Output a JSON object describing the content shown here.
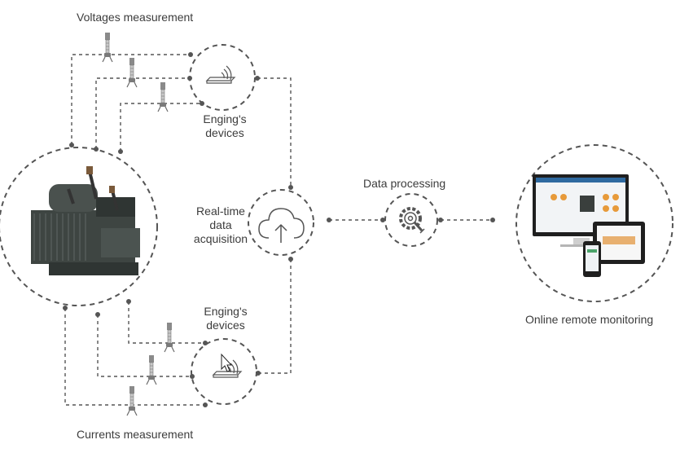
{
  "labels": {
    "voltages_measurement": "Voltages measurement",
    "currents_measurement": "Currents measurement",
    "engings_devices_top_line1": "Enging's",
    "engings_devices_top_line2": "devices",
    "engings_devices_bottom_line1": "Enging's",
    "engings_devices_bottom_line2": "devices",
    "realtime_line1": "Real-time",
    "realtime_line2": "data",
    "realtime_line3": "acquisition",
    "data_processing": "Data processing",
    "online_remote_monitoring": "Online remote monitoring"
  },
  "colors": {
    "line": "#555555",
    "text": "#3c3c3c",
    "transformer": "#3e4542",
    "screen": "#1f1f1f"
  },
  "icons": {
    "cloud": "cloud-upload-icon",
    "gear": "gear-wrench-icon",
    "device": "wireless-device-icon",
    "sensor": "sensor-probe-icon",
    "transformer": "transformer-image",
    "monitor": "monitor-devices-image",
    "cursor": "mouse-cursor-icon"
  }
}
